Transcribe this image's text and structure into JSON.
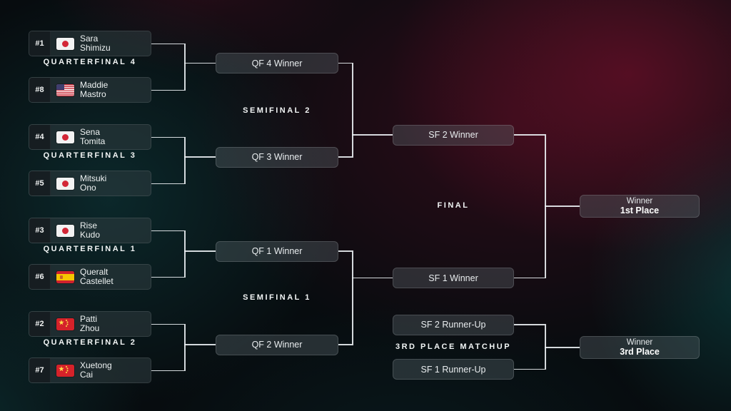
{
  "bracket": {
    "quarterfinals": [
      {
        "label": "QUARTERFINAL 4",
        "winner_slot": "QF 4 Winner",
        "players": [
          {
            "seed": "#1",
            "flag": "japan",
            "first": "Sara",
            "last": "Shimizu"
          },
          {
            "seed": "#8",
            "flag": "usa",
            "first": "Maddie",
            "last": "Mastro"
          }
        ]
      },
      {
        "label": "QUARTERFINAL 3",
        "winner_slot": "QF 3 Winner",
        "players": [
          {
            "seed": "#4",
            "flag": "japan",
            "first": "Sena",
            "last": "Tomita"
          },
          {
            "seed": "#5",
            "flag": "japan",
            "first": "Mitsuki",
            "last": "Ono"
          }
        ]
      },
      {
        "label": "QUARTERFINAL 1",
        "winner_slot": "QF 1 Winner",
        "players": [
          {
            "seed": "#3",
            "flag": "japan",
            "first": "Rise",
            "last": "Kudo"
          },
          {
            "seed": "#6",
            "flag": "spain",
            "first": "Queralt",
            "last": "Castellet"
          }
        ]
      },
      {
        "label": "QUARTERFINAL 2",
        "winner_slot": "QF 2 Winner",
        "players": [
          {
            "seed": "#2",
            "flag": "china",
            "first": "Patti",
            "last": "Zhou"
          },
          {
            "seed": "#7",
            "flag": "china",
            "first": "Xuetong",
            "last": "Cai"
          }
        ]
      }
    ],
    "semifinals": [
      {
        "label": "SEMIFINAL 2",
        "winner_slot": "SF 2 Winner"
      },
      {
        "label": "SEMIFINAL 1",
        "winner_slot": "SF 1 Winner"
      }
    ],
    "final": {
      "label": "FINAL",
      "winner_line1": "Winner",
      "winner_line2": "1st Place"
    },
    "third_place": {
      "label": "3RD PLACE MATCHUP",
      "slots": [
        "SF 2 Runner-Up",
        "SF 1 Runner-Up"
      ],
      "winner_line1": "Winner",
      "winner_line2": "3rd Place"
    }
  },
  "colors": {
    "background_red_glow": "#4a1022",
    "background_teal_glow": "#0f4446",
    "connector_line": "#ebf0f3",
    "flag_japan_red": "#d32636",
    "flag_china_red": "#d5222a",
    "flag_usa_canton_blue": "#3f3e6e",
    "flag_spain_yellow": "#f6c500"
  }
}
